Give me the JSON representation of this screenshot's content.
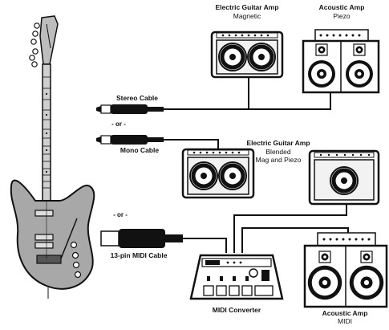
{
  "labels": {
    "amp1_title": "Electric Guitar Amp",
    "amp1_sub": "Magnetic",
    "amp2_title": "Acoustic Amp",
    "amp2_sub": "Piezo",
    "stereo_cable": "Stereo Cable",
    "or1": "- or -",
    "mono_cable": "Mono Cable",
    "amp3_title": "Electric Guitar Amp",
    "amp3_sub1": "Blended",
    "amp3_sub2": "Mag and Piezo",
    "or2": "- or -",
    "midi_cable": "13-pin MIDI Cable",
    "midi_converter": "MIDI Converter",
    "amp4_title": "Acoustic Amp",
    "amp4_sub": "MIDI"
  },
  "colors": {
    "ink": "#111111",
    "guitar_body": "#a8a8a8",
    "guitar_dark": "#555555",
    "speaker_bg": "#f2f2f2"
  },
  "icons": {
    "guitar": "electric-guitar-icon",
    "combo_amp": "combo-amp-icon",
    "acoustic_amp": "acoustic-amp-icon",
    "cable_plug": "quarter-inch-plug-icon",
    "midi_plug": "midi-plug-icon",
    "converter": "midi-converter-icon"
  }
}
